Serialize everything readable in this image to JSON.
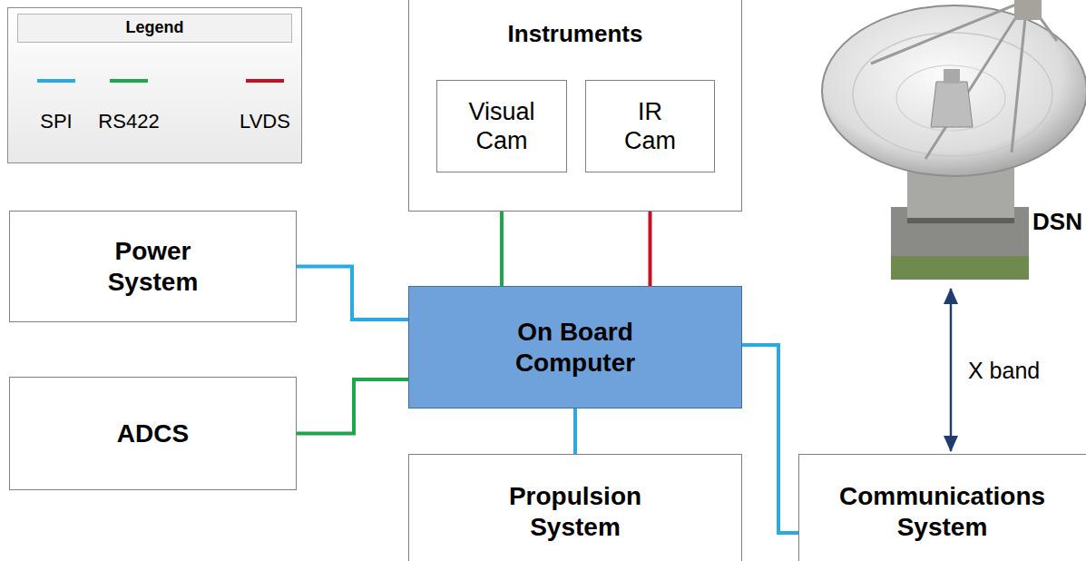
{
  "diagram": {
    "nodes": [
      {
        "text": [
          "Instruments"
        ]
      },
      {
        "text": [
          "Visual Cam"
        ],
        "in": 0
      },
      {
        "text": [
          "IR Cam"
        ],
        "in": 0
      },
      {
        "text": [
          "Power System"
        ]
      },
      {
        "text": [
          "On Board Computer"
        ]
      },
      {
        "text": [
          "ADCS"
        ]
      },
      {
        "text": [
          "Propulsion System"
        ]
      },
      {
        "text": [
          "Communications System"
        ]
      },
      {
        "text": [
          "DSN"
        ]
      }
    ],
    "edges": [
      {
        "from": 1,
        "to": 4,
        "arrow": "none"
      },
      {
        "from": 2,
        "to": 4,
        "arrow": "none"
      },
      {
        "from": 3,
        "to": 4,
        "arrow": "none"
      },
      {
        "from": 5,
        "to": 4,
        "arrow": "none"
      },
      {
        "from": 4,
        "to": 6,
        "arrow": "none"
      },
      {
        "from": 4,
        "to": 7,
        "arrow": "none"
      },
      {
        "from": 7,
        "to": 8,
        "label": "X band",
        "arrow": "both"
      }
    ],
    "labels": [
      "Legend"
    ],
    "legend": [
      {
        "text": "SPI",
        "color": "#29abe2"
      },
      {
        "text": "RS422",
        "color": "#1fa64a"
      },
      {
        "text": "LVDS",
        "color": "#c1121f"
      }
    ]
  }
}
